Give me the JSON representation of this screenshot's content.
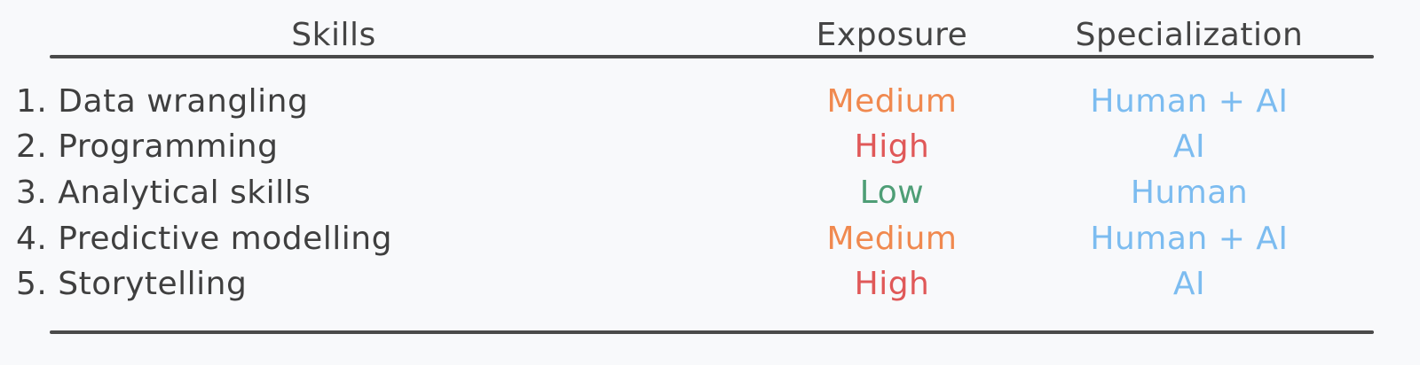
{
  "headers": {
    "skills": "Skills",
    "exposure": "Exposure",
    "specialization": "Specialization"
  },
  "colors": {
    "Medium": "#f0894f",
    "High": "#e05858",
    "Low": "#4e9e76",
    "specialization": "#7cbcf0",
    "text": "#3f3f3f",
    "rule": "#4a4a4a"
  },
  "rows": [
    {
      "skill": "1. Data wrangling",
      "exposure": "Medium",
      "specialization": "Human + AI"
    },
    {
      "skill": "2. Programming",
      "exposure": "High",
      "specialization": "AI"
    },
    {
      "skill": "3. Analytical skills",
      "exposure": "Low",
      "specialization": "Human"
    },
    {
      "skill": "4. Predictive modelling",
      "exposure": "Medium",
      "specialization": "Human + AI"
    },
    {
      "skill": "5. Storytelling",
      "exposure": "High",
      "specialization": "AI"
    }
  ]
}
